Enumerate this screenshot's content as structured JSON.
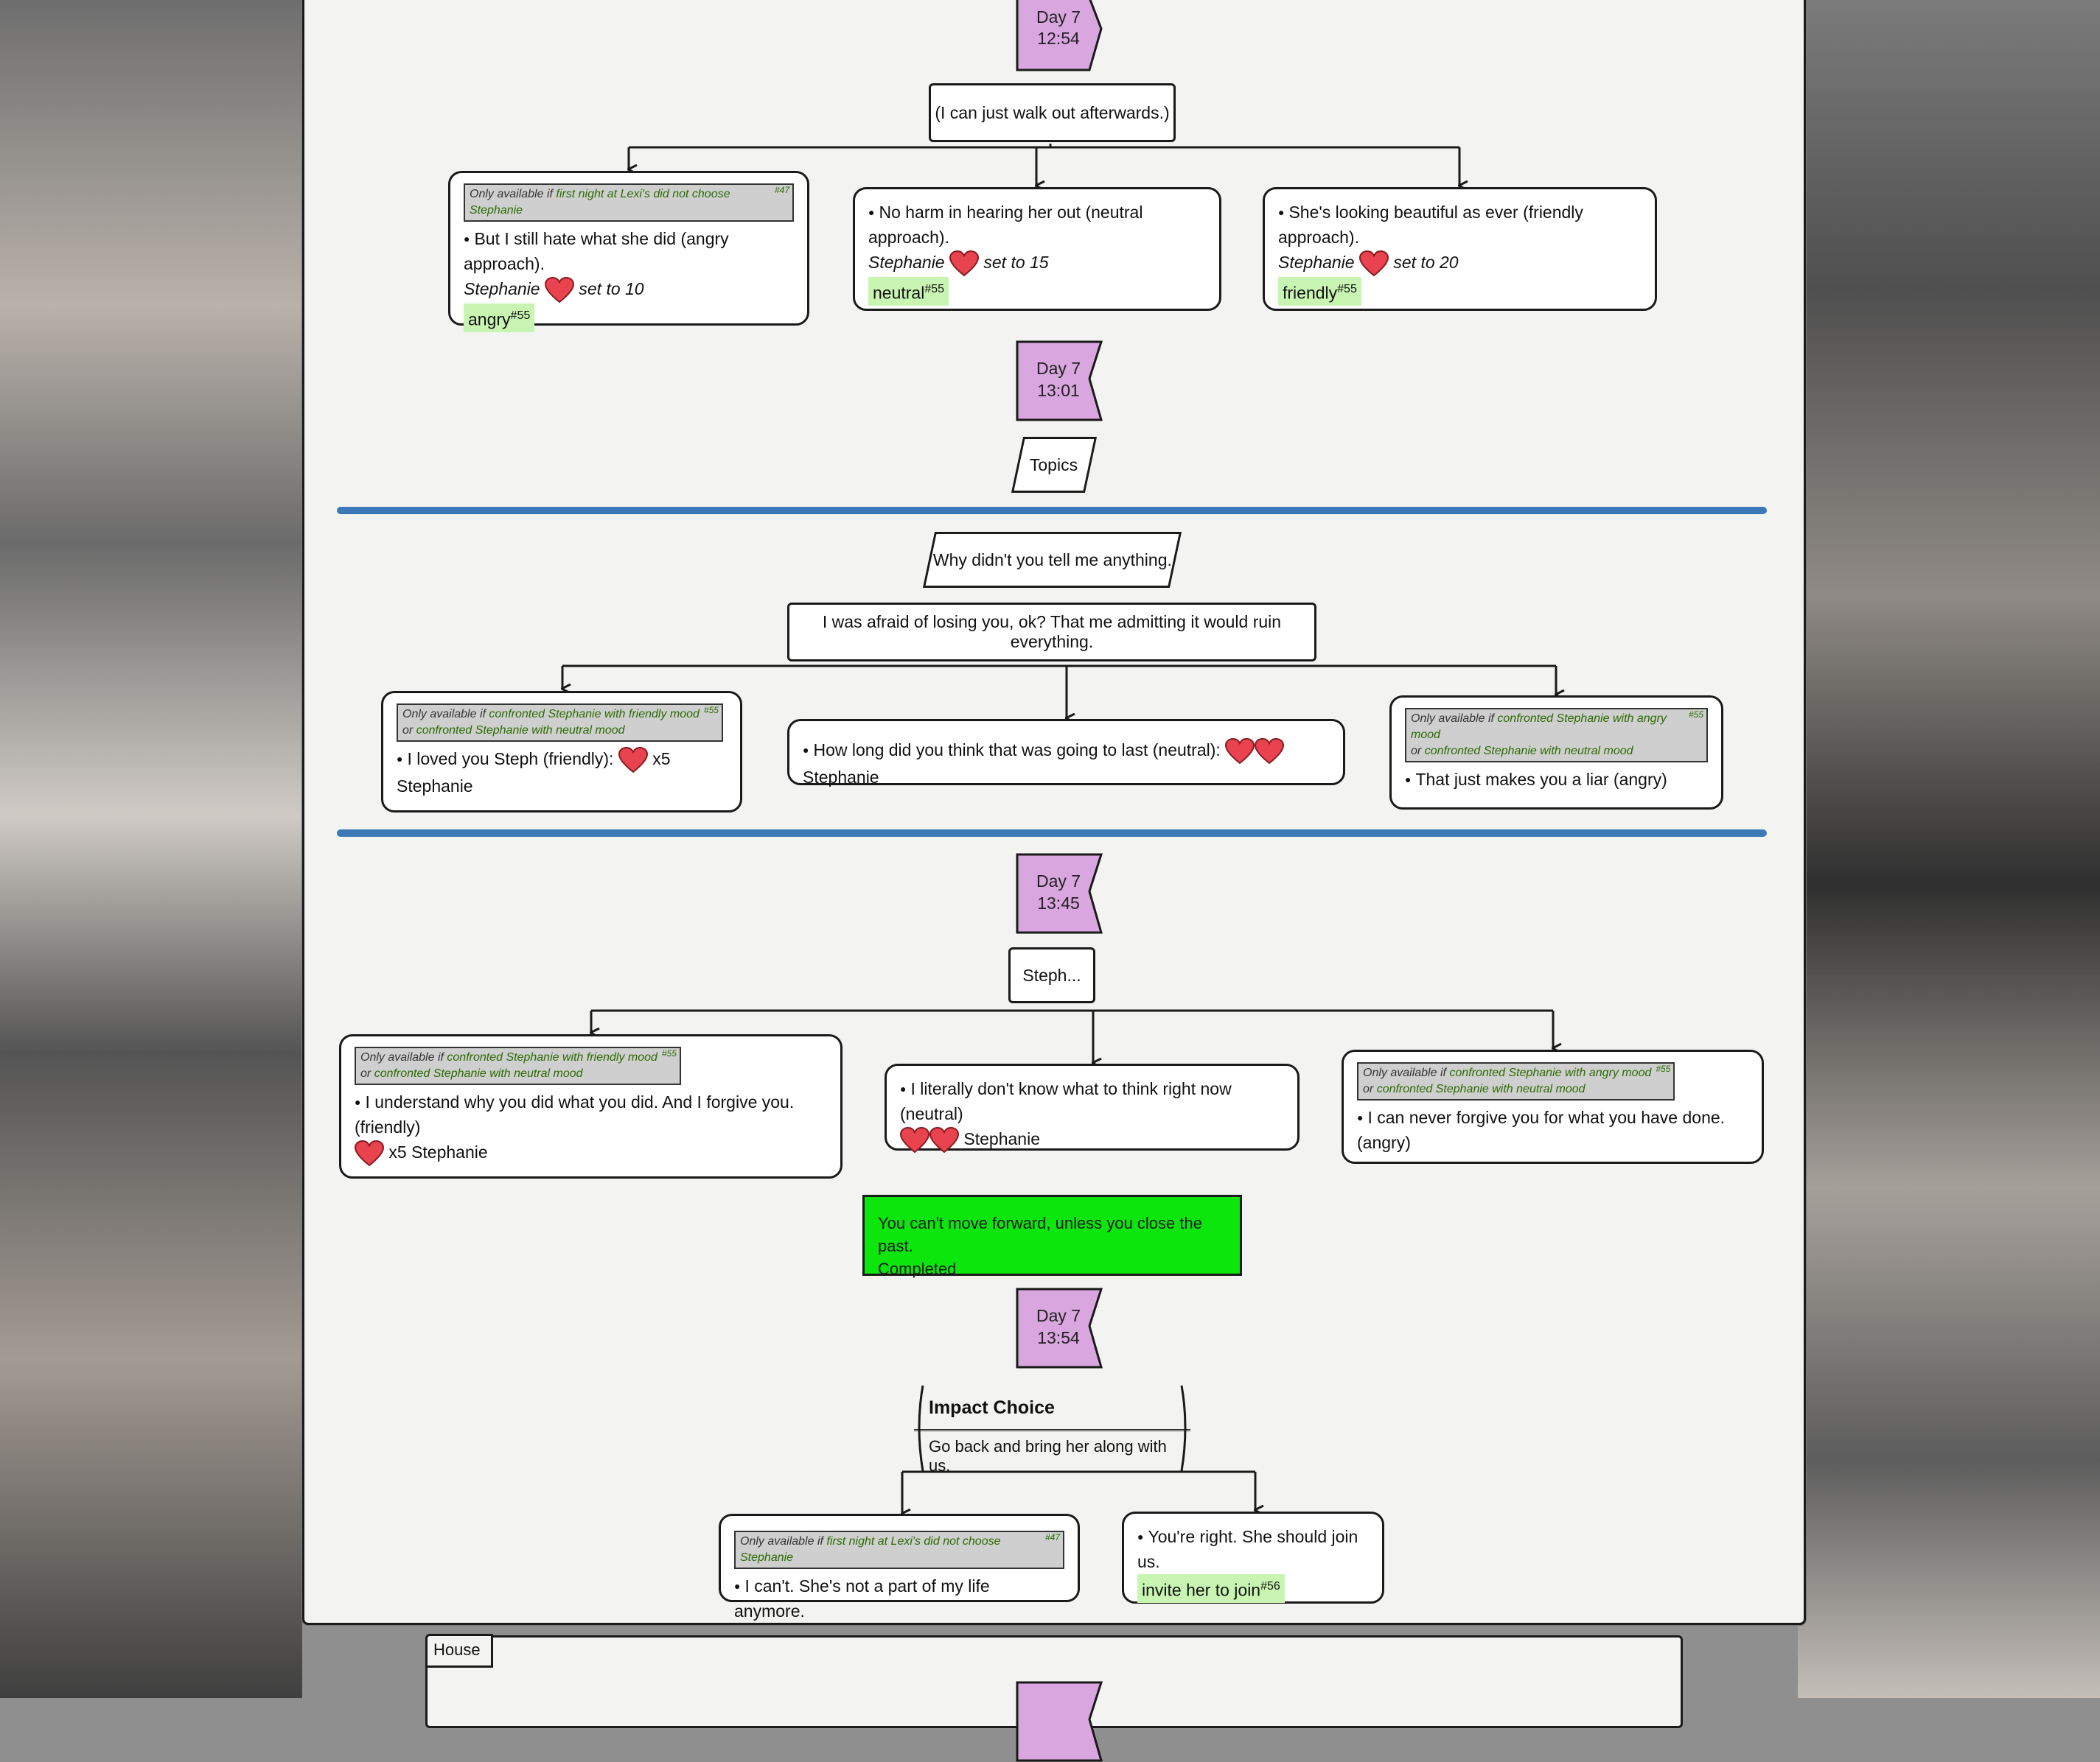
{
  "flags": [
    {
      "day": "Day 7",
      "time": "12:54"
    },
    {
      "day": "Day 7",
      "time": "13:01"
    },
    {
      "day": "Day 7",
      "time": "13:45"
    },
    {
      "day": "Day 7",
      "time": "13:54"
    },
    {
      "day": "",
      "time": ""
    }
  ],
  "nodes": {
    "walk_out": "(I can just walk out afterwards.)",
    "topics": "Topics",
    "why": "Why didn't you tell me anything.",
    "afraid": "I was afraid of losing you, ok? That me admitting it would ruin everything.",
    "steph": "Steph..."
  },
  "group1": [
    {
      "cond_prefix": "Only available if",
      "cond": "first night at Lexi's did not choose Stephanie",
      "cond_ref": "#47",
      "text": "But I still hate what she did (angry approach).",
      "who": "Stephanie",
      "set": "set to 10",
      "mood": "angry",
      "ref": "#55"
    },
    {
      "text": "No harm in hearing her out (neutral approach).",
      "who": "Stephanie",
      "set": "set to 15",
      "mood": "neutral",
      "ref": "#55"
    },
    {
      "text": "She's looking beautiful as ever (friendly approach).",
      "who": "Stephanie",
      "set": "set to 20",
      "mood": "friendly",
      "ref": "#55"
    }
  ],
  "group2": [
    {
      "cond_prefix": "Only available if",
      "cond1": "confronted Stephanie with friendly mood",
      "or": "or",
      "cond2": "confronted Stephanie with neutral mood",
      "ref": "#55",
      "text": "I loved you Steph (friendly):",
      "after": "x5 Stephanie"
    },
    {
      "text": "How long did you think that was going to last (neutral):",
      "after": "Stephanie"
    },
    {
      "cond_prefix": "Only available if",
      "cond1": "confronted Stephanie with angry mood",
      "or": "or",
      "cond2": "confronted Stephanie with neutral mood",
      "ref": "#55",
      "text": "That just makes you a liar (angry)"
    }
  ],
  "group3": [
    {
      "cond_prefix": "Only available if",
      "cond1": "confronted Stephanie with friendly mood",
      "or": "or",
      "cond2": "confronted Stephanie with neutral mood",
      "ref": "#55",
      "text": "I understand why you did what you did. And I forgive you. (friendly)",
      "after": "x5 Stephanie"
    },
    {
      "text": "I literally don't know what to think right now (neutral)",
      "after": "Stephanie"
    },
    {
      "cond_prefix": "Only available if",
      "cond1": "confronted Stephanie with angry mood",
      "or": "or",
      "cond2": "confronted Stephanie with neutral mood",
      "ref": "#55",
      "text": "I can never forgive you for what you have done. (angry)"
    }
  ],
  "quest": {
    "line1": "You can't move forward, unless you close the past.",
    "line2": "Completed"
  },
  "impact": {
    "title": "Impact Choice",
    "desc": "Go back and bring her along with us."
  },
  "group4": [
    {
      "cond_prefix": "Only available if",
      "cond": "first night at Lexi's did not choose Stephanie",
      "cond_ref": "#47",
      "text": "I can't. She's not a part of my life anymore."
    },
    {
      "text": "You're right. She should join us.",
      "effect": "invite her to join",
      "ref": "#56"
    }
  ],
  "section_tag": "House",
  "colors": {
    "flag": "#d9a6df",
    "heart": "#e8434f",
    "quest": "#0ce60c",
    "separator": "#3a79b6",
    "effect_bg": "#c9f5b3",
    "cond_text": "#2a6b00"
  }
}
